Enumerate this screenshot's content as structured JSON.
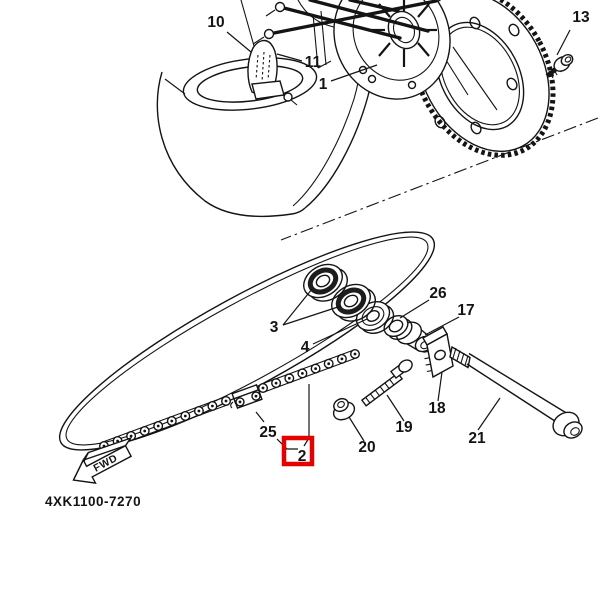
{
  "diagram": {
    "part_code": "4XK1100-7270",
    "fwd_label": "FWD",
    "colors": {
      "line": "#141414",
      "background": "#ffffff",
      "highlight": "#e60000"
    },
    "highlighted_callout": "2",
    "callouts": {
      "c1": "1",
      "c2": "2",
      "c3": "3",
      "c4": "4",
      "c10": "10",
      "c11": "11",
      "c13": "13",
      "c17": "17",
      "c18": "18",
      "c19": "19",
      "c20": "20",
      "c21": "21",
      "c25": "25",
      "c26": "26"
    }
  }
}
